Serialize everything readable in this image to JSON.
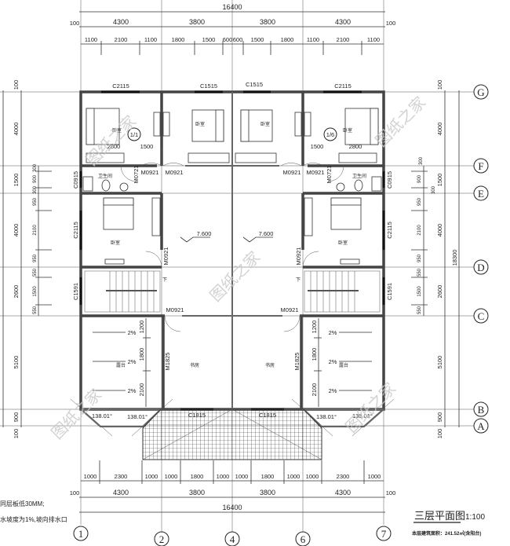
{
  "drawing": {
    "title": "三层平面图",
    "scale": "1:100",
    "area_note": "本层建筑面积：241.52㎡(含阳台)",
    "notes": [
      "同层板低30MM;",
      "水坡度为1%,坡向排水口"
    ],
    "watermark": "图纸之家"
  },
  "top_dims": {
    "overall": "16400",
    "edge_left": "100",
    "edge_right": "100",
    "axes": [
      "4300",
      "3800",
      "3800",
      "4300"
    ],
    "detail": [
      "1100",
      "2100",
      "1100",
      "1800",
      "1500",
      "600",
      "600",
      "1500",
      "1800",
      "1100",
      "2100",
      "1100"
    ]
  },
  "bottom_dims": {
    "overall": "16400",
    "edge_left": "100",
    "edge_right": "100",
    "axes": [
      "4300",
      "3800",
      "3800",
      "4300"
    ],
    "detail": [
      "1000",
      "2300",
      "1000",
      "1000",
      "1800",
      "1000",
      "1000",
      "1800",
      "1000",
      "1000",
      "2300",
      "1000"
    ]
  },
  "left_dims": {
    "outer": [
      "100",
      "4000",
      "1500",
      "4000",
      "2600",
      "5100",
      "900",
      "100"
    ],
    "inner": [
      "300",
      "900",
      "300",
      "950",
      "2100",
      "950",
      "550",
      "1500",
      "550"
    ]
  },
  "right_dims": {
    "outer": [
      "100",
      "4000",
      "1500",
      "4000",
      "2600",
      "5100",
      "900",
      "100"
    ],
    "inner": [
      "300",
      "900",
      "300",
      "950",
      "2100",
      "950",
      "550",
      "1500",
      "550"
    ],
    "total": "18300"
  },
  "axes": {
    "columns": [
      "1",
      "2",
      "4",
      "6",
      "7"
    ],
    "rows": [
      "G",
      "F",
      "E",
      "D",
      "C",
      "B",
      "A"
    ]
  },
  "windows": {
    "top": [
      "C2115",
      "C1515",
      "C1515",
      "C2115"
    ],
    "side_c0915": "C0915",
    "side_c2115": "C2115",
    "side_c1591": "C1591",
    "bottom": [
      "C1815",
      "C1815"
    ]
  },
  "doors": {
    "m0921": "M0921",
    "m0721": "M0721",
    "m1825": "M1825"
  },
  "rooms": {
    "bedroom": "卧室",
    "bathroom": "卫生间",
    "terrace": "露台",
    "study": "书房",
    "stair_down": "下"
  },
  "labels": {
    "elevation": "7.600",
    "slope": "2%",
    "terrace_dims": [
      "1200",
      "1800",
      "2100"
    ],
    "angle": "138.01°",
    "ref_left": "1/1",
    "ref_right": "1/6",
    "dim_1500": "1500",
    "dim_2800": "2800"
  },
  "colors": {
    "line": "#333333",
    "wall": "#444444",
    "watermark": "#c8c8c8"
  }
}
